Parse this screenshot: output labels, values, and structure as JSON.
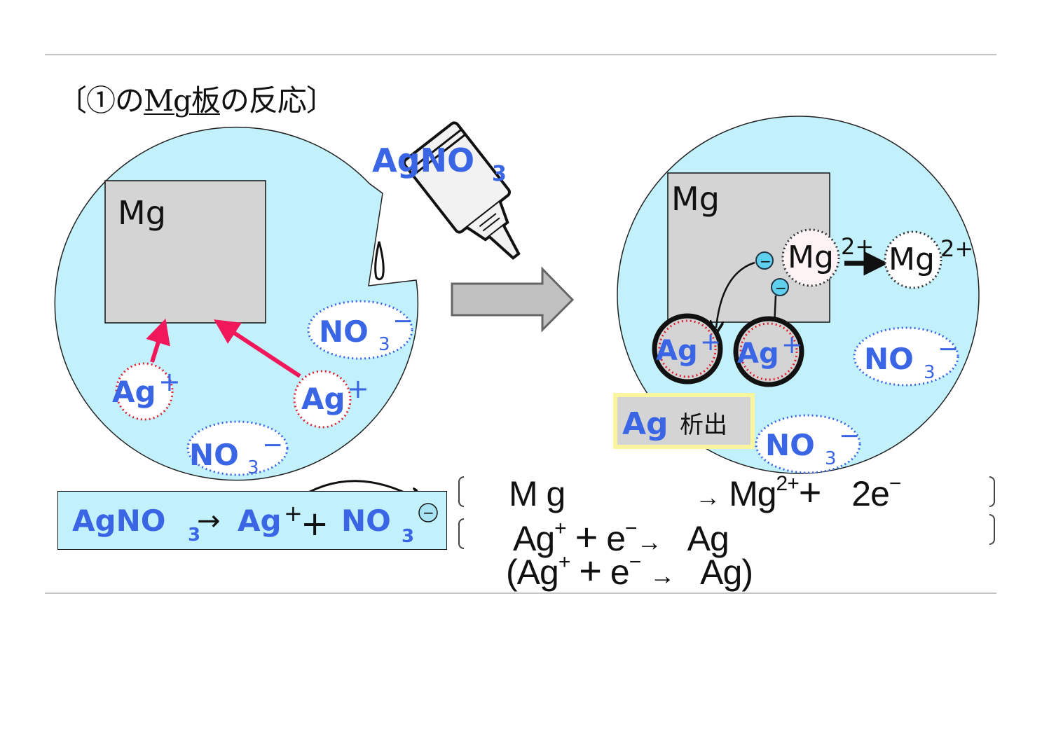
{
  "title": {
    "prefix": "〔①の",
    "underlined": "Mg板",
    "suffix": "の反応〕"
  },
  "colors": {
    "solution": "#c2f1fb",
    "plate": "#d4d4d4",
    "ion_text": "#3a66e6",
    "ag_ring": "#dd2233",
    "no3_ring": "#3a66e6",
    "reaction_arrow": "#f0185a",
    "highlight_border": "#fbf5a0"
  },
  "before": {
    "plate_label": "Mg",
    "reagent": {
      "main": "AgNO",
      "sub": "3"
    },
    "ions": {
      "ag_left": {
        "main": "Ag",
        "sup": "+"
      },
      "ag_right": {
        "main": "Ag",
        "sup": "+"
      },
      "no3_right": {
        "main": "NO",
        "sub": "3",
        "sup": "−"
      },
      "no3_bottom": {
        "main": "NO",
        "sub": "3",
        "sup": "−"
      }
    }
  },
  "after": {
    "plate_label": "Mg",
    "mg_ion_1": {
      "main": "Mg",
      "sup": "2+"
    },
    "mg_ion_2": {
      "main": "Mg",
      "sup": "2+"
    },
    "electron": "−",
    "ag_1": {
      "main": "Ag",
      "sup": "+"
    },
    "ag_2": {
      "main": "Ag",
      "sup": "+"
    },
    "no3_right": {
      "main": "NO",
      "sub": "3",
      "sup": "−"
    },
    "no3_bottom": {
      "main": "NO",
      "sub": "3",
      "sup": "−"
    },
    "deposit_label": {
      "element": "Ag",
      "text": "析出"
    }
  },
  "dissociation": {
    "reactant": {
      "main": "AgNO",
      "sub": "3"
    },
    "arrow": "→",
    "cation": {
      "main": "Ag",
      "sup": "+"
    },
    "plus": "+",
    "anion": {
      "main": "NO",
      "sub": "3"
    },
    "anion_charge": "−"
  },
  "half_reactions": [
    {
      "left": "M g",
      "arrow": "→",
      "right": "Mg",
      "right_sup": "2+",
      "plus": "+",
      "extra": "2e",
      "extra_sup": "−"
    },
    {
      "left": "Ag",
      "left_sup": "+",
      "plus": "+",
      "e": "e",
      "e_sup": "−",
      "arrow": "→",
      "right": "Ag"
    },
    {
      "open": "(",
      "left": "Ag",
      "left_sup": "+",
      "plus": "+",
      "e": "e",
      "e_sup": "−",
      "arrow": "→",
      "right": "Ag",
      "close": ")"
    }
  ]
}
